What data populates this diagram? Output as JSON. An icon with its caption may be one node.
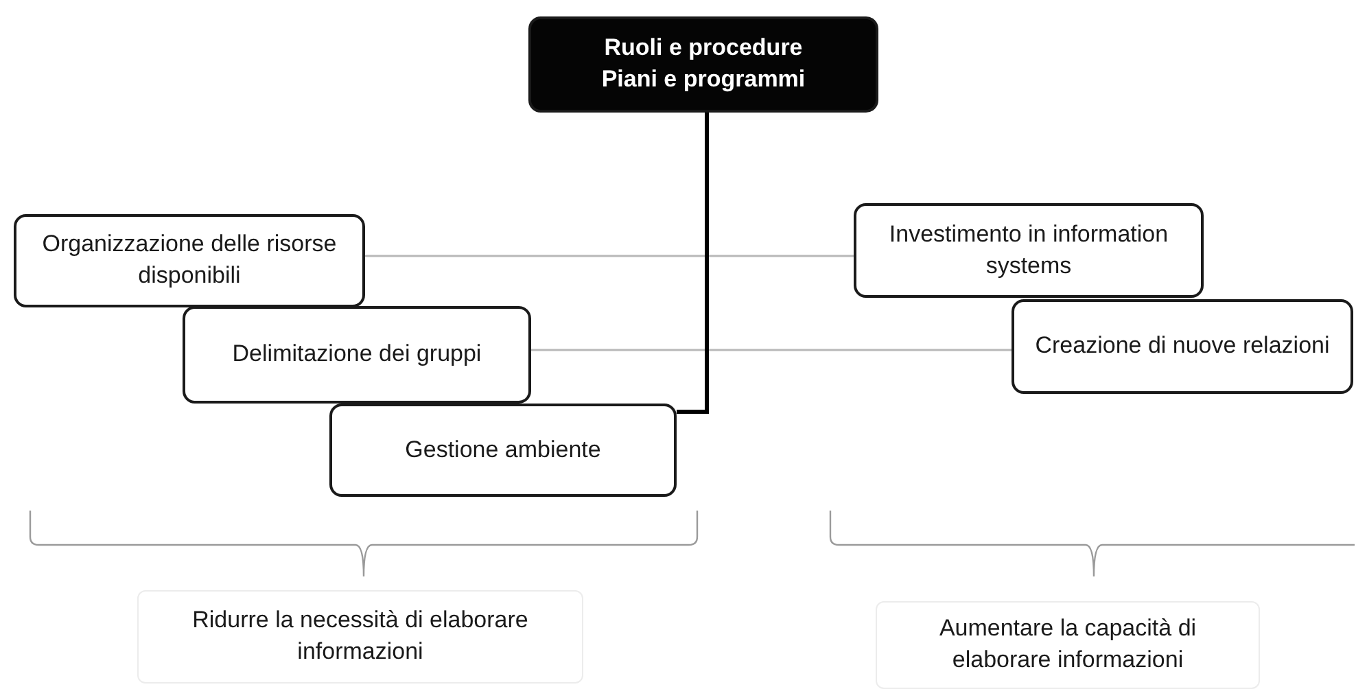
{
  "diagram": {
    "nodes": [
      {
        "text": [
          "Ruoli e procedure",
          "Piani e programmi"
        ]
      },
      {
        "text": [
          "Organizzazione delle risorse disponibili"
        ]
      },
      {
        "text": [
          "Delimitazione dei gruppi"
        ]
      },
      {
        "text": [
          "Gestione ambiente"
        ]
      },
      {
        "text": [
          "Investimento in information systems"
        ]
      },
      {
        "text": [
          "Creazione di nuove relazioni"
        ]
      },
      {
        "text": [
          "Ridurre la necessità di elaborare informazioni"
        ]
      },
      {
        "text": [
          "Aumentare la capacità di elaborare informazioni"
        ]
      }
    ],
    "edges": [
      {
        "from": 1,
        "to": 4,
        "arrow": "none"
      },
      {
        "from": 2,
        "to": 5,
        "arrow": "none"
      },
      {
        "from": 0,
        "to": 3,
        "arrow": "none",
        "style": "thick",
        "color": "#000000"
      }
    ]
  }
}
